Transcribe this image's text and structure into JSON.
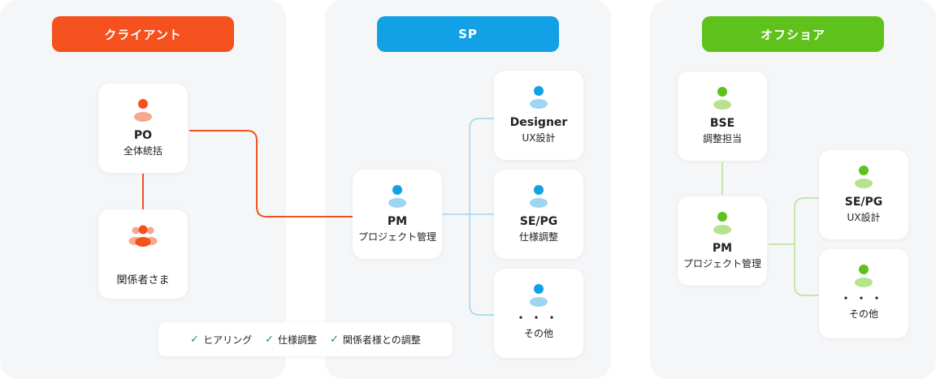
{
  "colors": {
    "client": "#f4511e",
    "sp": "#12a1e6",
    "offshore": "#5fc11c",
    "client_light": "#f5a98c",
    "sp_light": "#9ed5f2",
    "offshore_light": "#b7e28f"
  },
  "client": {
    "header": "クライアント",
    "po": {
      "role": "PO",
      "sub": "全体統括",
      "icon": "person-icon"
    },
    "stakeholders": {
      "sub": "関係者さま",
      "icon": "group-icon"
    }
  },
  "sp": {
    "header": "SP",
    "pm": {
      "role": "PM",
      "sub": "プロジェクト管理",
      "icon": "person-icon"
    },
    "designer": {
      "role": "Designer",
      "sub": "UX設計",
      "icon": "person-icon"
    },
    "sepg": {
      "role": "SE/PG",
      "sub": "仕様調整",
      "icon": "person-icon"
    },
    "other": {
      "dots": "・・・",
      "sub": "その他",
      "icon": "person-icon"
    }
  },
  "offshore": {
    "header": "オフショア",
    "bse": {
      "role": "BSE",
      "sub": "調整担当",
      "icon": "person-icon"
    },
    "pm": {
      "role": "PM",
      "sub": "プロジェクト管理",
      "icon": "person-icon"
    },
    "sepg": {
      "role": "SE/PG",
      "sub": "UX設計",
      "icon": "person-icon"
    },
    "other": {
      "dots": "・・・",
      "sub": "その他",
      "icon": "person-icon"
    }
  },
  "checklist": [
    {
      "label": "ヒアリング",
      "icon": "check-icon"
    },
    {
      "label": "仕様調整",
      "icon": "check-icon"
    },
    {
      "label": "関係者様との調整",
      "icon": "check-icon"
    }
  ]
}
